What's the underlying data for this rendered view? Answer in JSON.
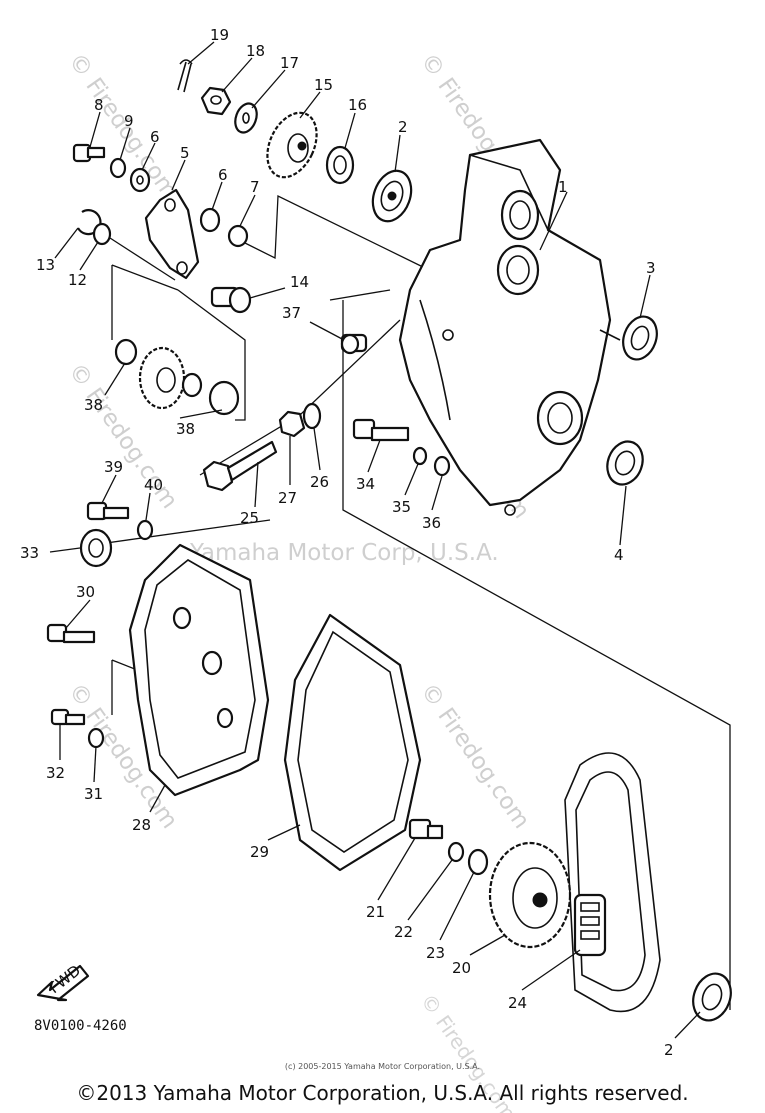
{
  "diagram": {
    "callouts": [
      "1",
      "2",
      "3",
      "4",
      "5",
      "6",
      "6",
      "7",
      "8",
      "9",
      "12",
      "13",
      "14",
      "15",
      "16",
      "17",
      "18",
      "19",
      "20",
      "21",
      "22",
      "23",
      "24",
      "25",
      "26",
      "27",
      "28",
      "29",
      "30",
      "31",
      "32",
      "33",
      "34",
      "35",
      "36",
      "37",
      "38",
      "38",
      "39",
      "40",
      "2"
    ],
    "watermarks": {
      "brand": "© Firedog.com",
      "center": "Yamaha Motor Corp, U.S.A."
    },
    "front_arrow": "FWD",
    "colors": {
      "line": "#111111",
      "watermark": "#cfcfcf",
      "background": "#ffffff"
    }
  },
  "diagram_code": "8V0100-4260",
  "small_credit": "(c) 2005-2015 Yamaha Motor Corporation, U.S.A.",
  "footer": "©2013 Yamaha Motor Corporation, U.S.A. All rights reserved."
}
